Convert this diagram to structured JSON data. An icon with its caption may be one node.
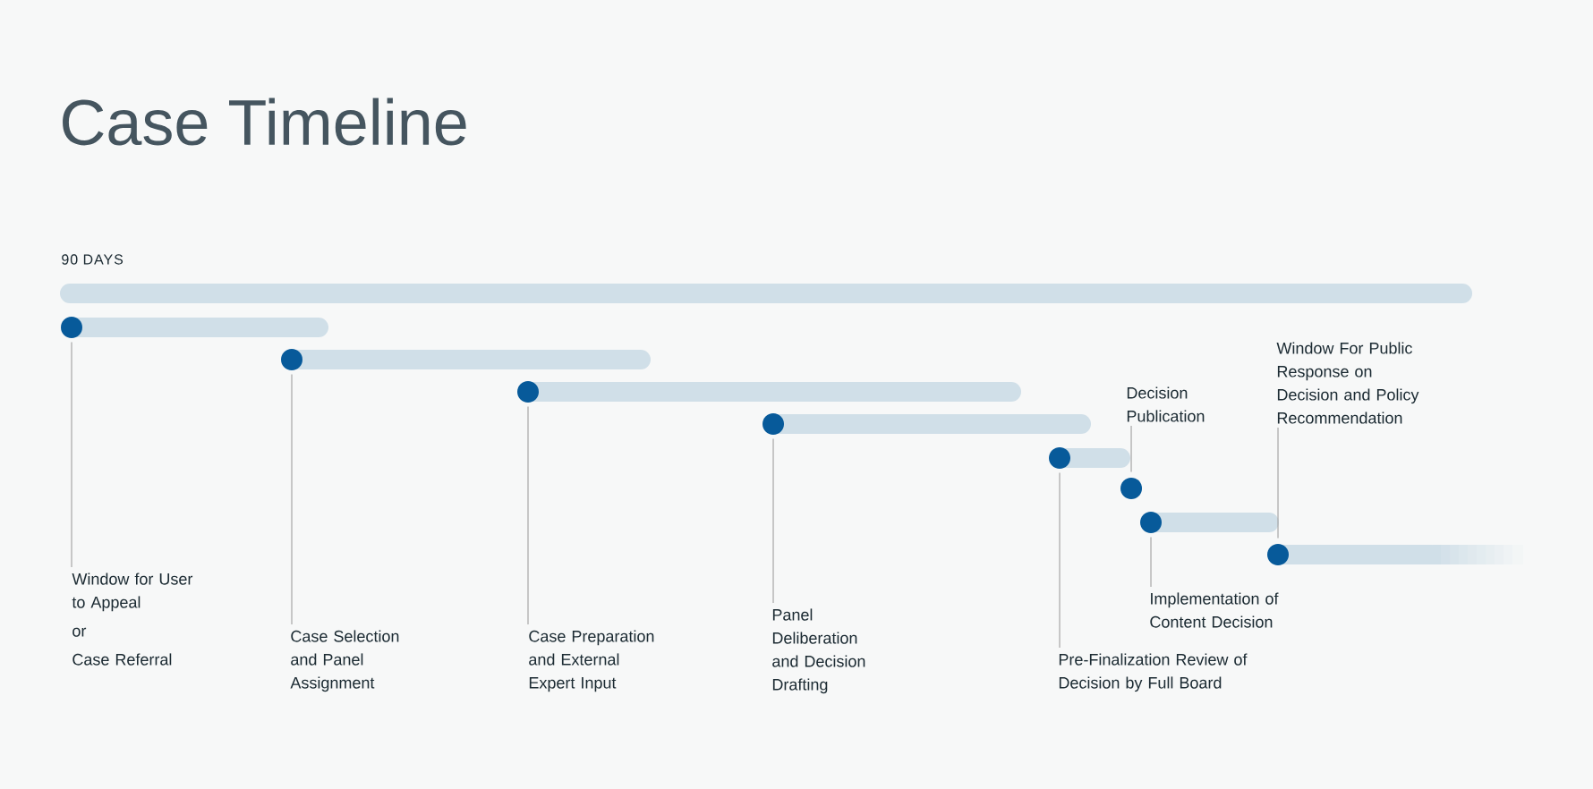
{
  "diagram": {
    "title": "Case Timeline",
    "nodes": [
      {
        "text": [
          "Window for User to Appeal",
          "or",
          "Case Referral"
        ]
      },
      {
        "text": [
          "Case Selection and Panel Assignment"
        ]
      },
      {
        "text": [
          "Case Preparation and External Expert Input"
        ]
      },
      {
        "text": [
          "Panel Deliberation and Decision Drafting"
        ]
      },
      {
        "text": [
          "Pre-Finalization Review of Decision by Full Board"
        ]
      },
      {
        "text": [
          "Decision Publication"
        ]
      },
      {
        "text": [
          "Implementation of Content Decision"
        ]
      },
      {
        "text": [
          "Window For Public Response on Decision and Policy Recommendation"
        ]
      },
      {
        "text": [],
        "shape": "circle"
      },
      {
        "text": [],
        "shape": "circle"
      },
      {
        "text": [],
        "shape": "circle"
      },
      {
        "text": [],
        "shape": "circle"
      },
      {
        "text": [],
        "shape": "circle"
      },
      {
        "text": [],
        "shape": "circle"
      },
      {
        "text": [],
        "shape": "circle"
      },
      {
        "text": [],
        "shape": "circle"
      }
    ],
    "edges": [
      {
        "from": 0,
        "to": 8,
        "arrow": "none"
      },
      {
        "from": 1,
        "to": 9,
        "arrow": "none"
      },
      {
        "from": 2,
        "to": 10,
        "arrow": "none"
      },
      {
        "from": 3,
        "to": 11,
        "arrow": "none"
      },
      {
        "from": 4,
        "to": 12,
        "arrow": "none"
      },
      {
        "from": 5,
        "to": 13,
        "arrow": "none"
      },
      {
        "from": 6,
        "to": 14,
        "arrow": "none"
      },
      {
        "from": 7,
        "to": 15,
        "arrow": "none"
      }
    ],
    "labels": [
      "90 DAYS"
    ]
  }
}
